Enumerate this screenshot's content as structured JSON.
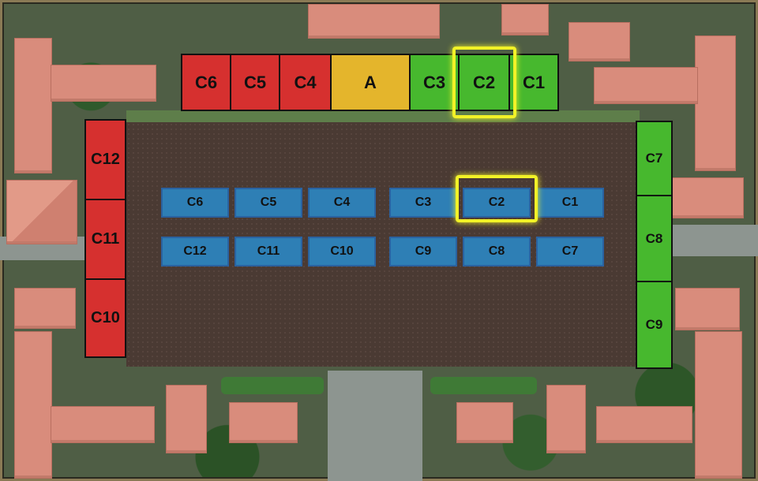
{
  "colors": {
    "reserved": "#d6302f",
    "zone_a": "#e4b52c",
    "available": "#47b82e",
    "plot": "#2e7fb5",
    "selected_highlight": "#f2f227"
  },
  "top_row": {
    "c6": "C6",
    "c5": "C5",
    "c4": "C4",
    "a": "A",
    "c3": "C3",
    "c2": "C2",
    "c1": "C1"
  },
  "left_column": {
    "c12": "C12",
    "c11": "C11",
    "c10": "C10"
  },
  "right_column": {
    "c7": "C7",
    "c8": "C8",
    "c9": "C9"
  },
  "plots_row1": {
    "c6": "C6",
    "c5": "C5",
    "c4": "C4",
    "c3": "C3",
    "c2": "C2",
    "c1": "C1"
  },
  "plots_row2": {
    "c12": "C12",
    "c11": "C11",
    "c10": "C10",
    "c9": "C9",
    "c8": "C8",
    "c7": "C7"
  },
  "selected": "C2"
}
